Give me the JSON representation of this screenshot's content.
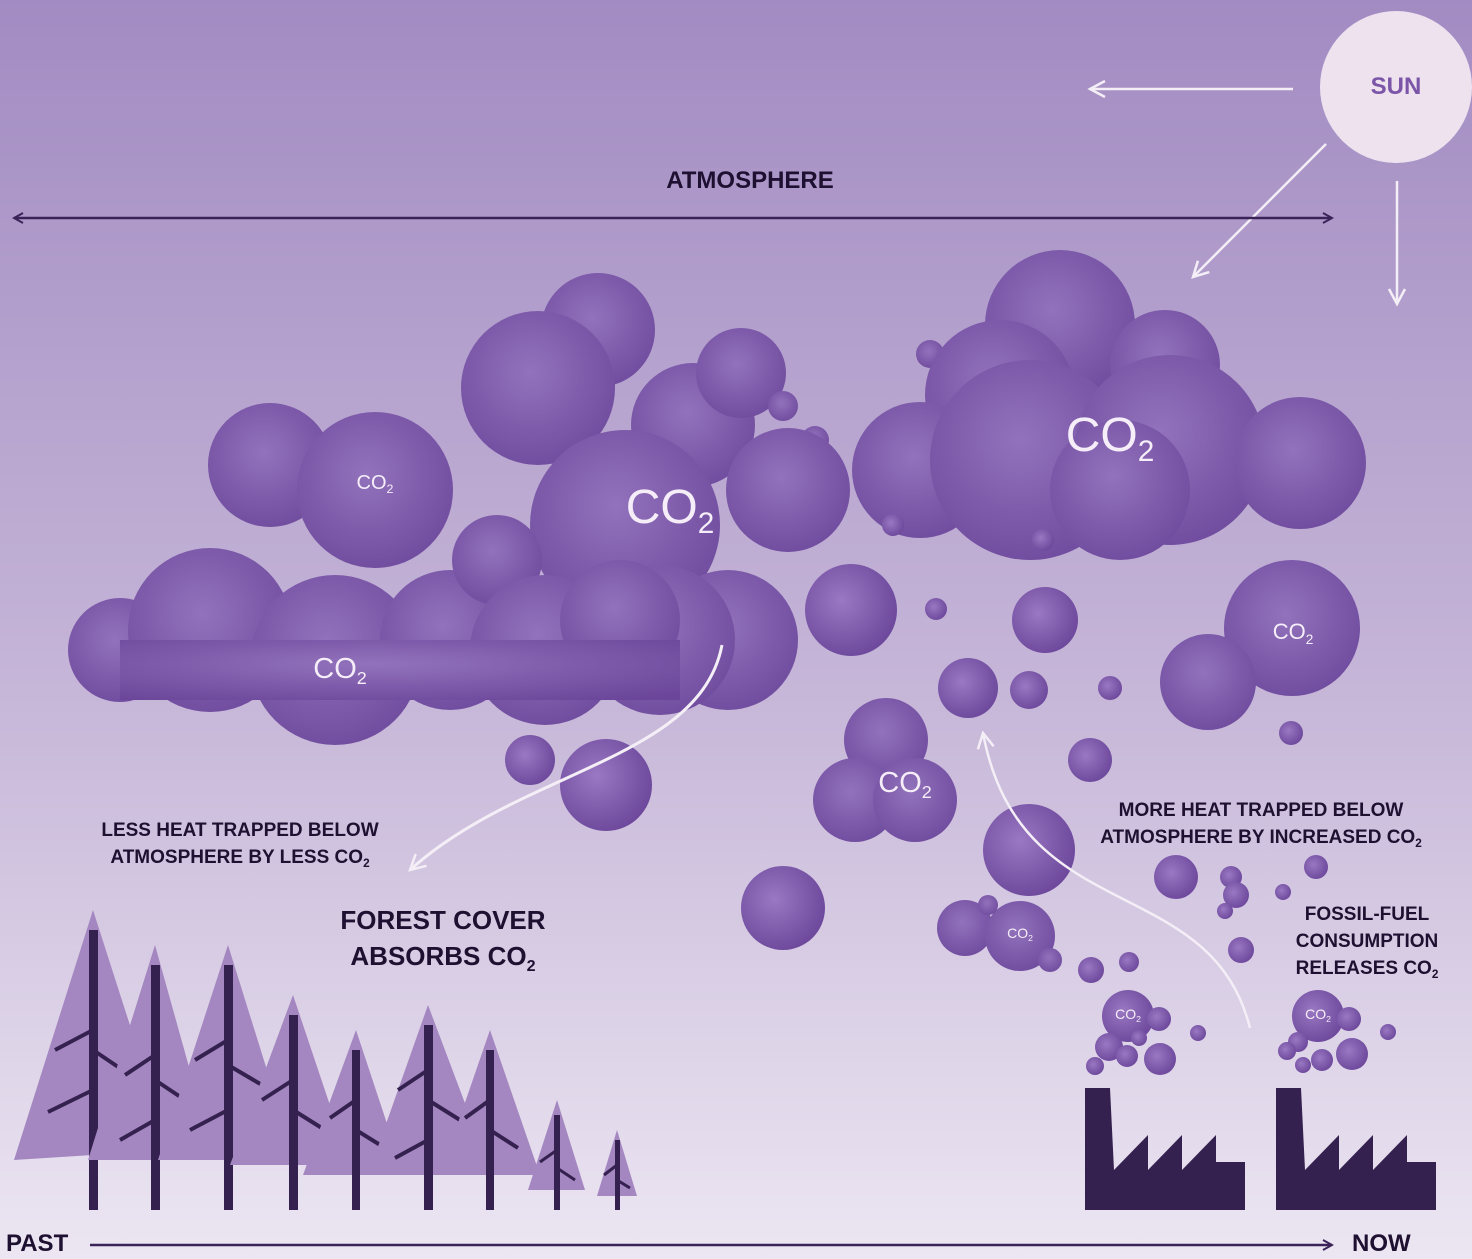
{
  "labels": {
    "sun": "SUN",
    "atmosphere": "ATMOSPHERE",
    "co2_base": "CO",
    "co2_sub": "2",
    "less_heat_line1": "LESS HEAT TRAPPED BELOW",
    "less_heat_line2": "ATMOSPHERE BY LESS CO",
    "forest_line1": "FOREST COVER",
    "forest_line2": "ABSORBS CO",
    "more_heat_line1": "MORE HEAT TRAPPED BELOW",
    "more_heat_line2": "ATMOSPHERE BY INCREASED CO",
    "fossil_line1": "FOSSIL-FUEL",
    "fossil_line2": "CONSUMPTION",
    "fossil_line3": "RELEASES CO",
    "past": "PAST",
    "now": "NOW"
  },
  "colors": {
    "sky_top": "#a28bc2",
    "sky_bottom": "#ece6f2",
    "cloud": "#7a54a8",
    "cloud_light": "#9a78c2",
    "sun": "#eee2ef",
    "dark": "#35214f",
    "tree": "#a487c0",
    "arrow_light": "#f4eef6"
  },
  "icons": [
    "sun-icon",
    "cloud-icon",
    "tree-icon",
    "factory-icon",
    "arrow-icon"
  ]
}
